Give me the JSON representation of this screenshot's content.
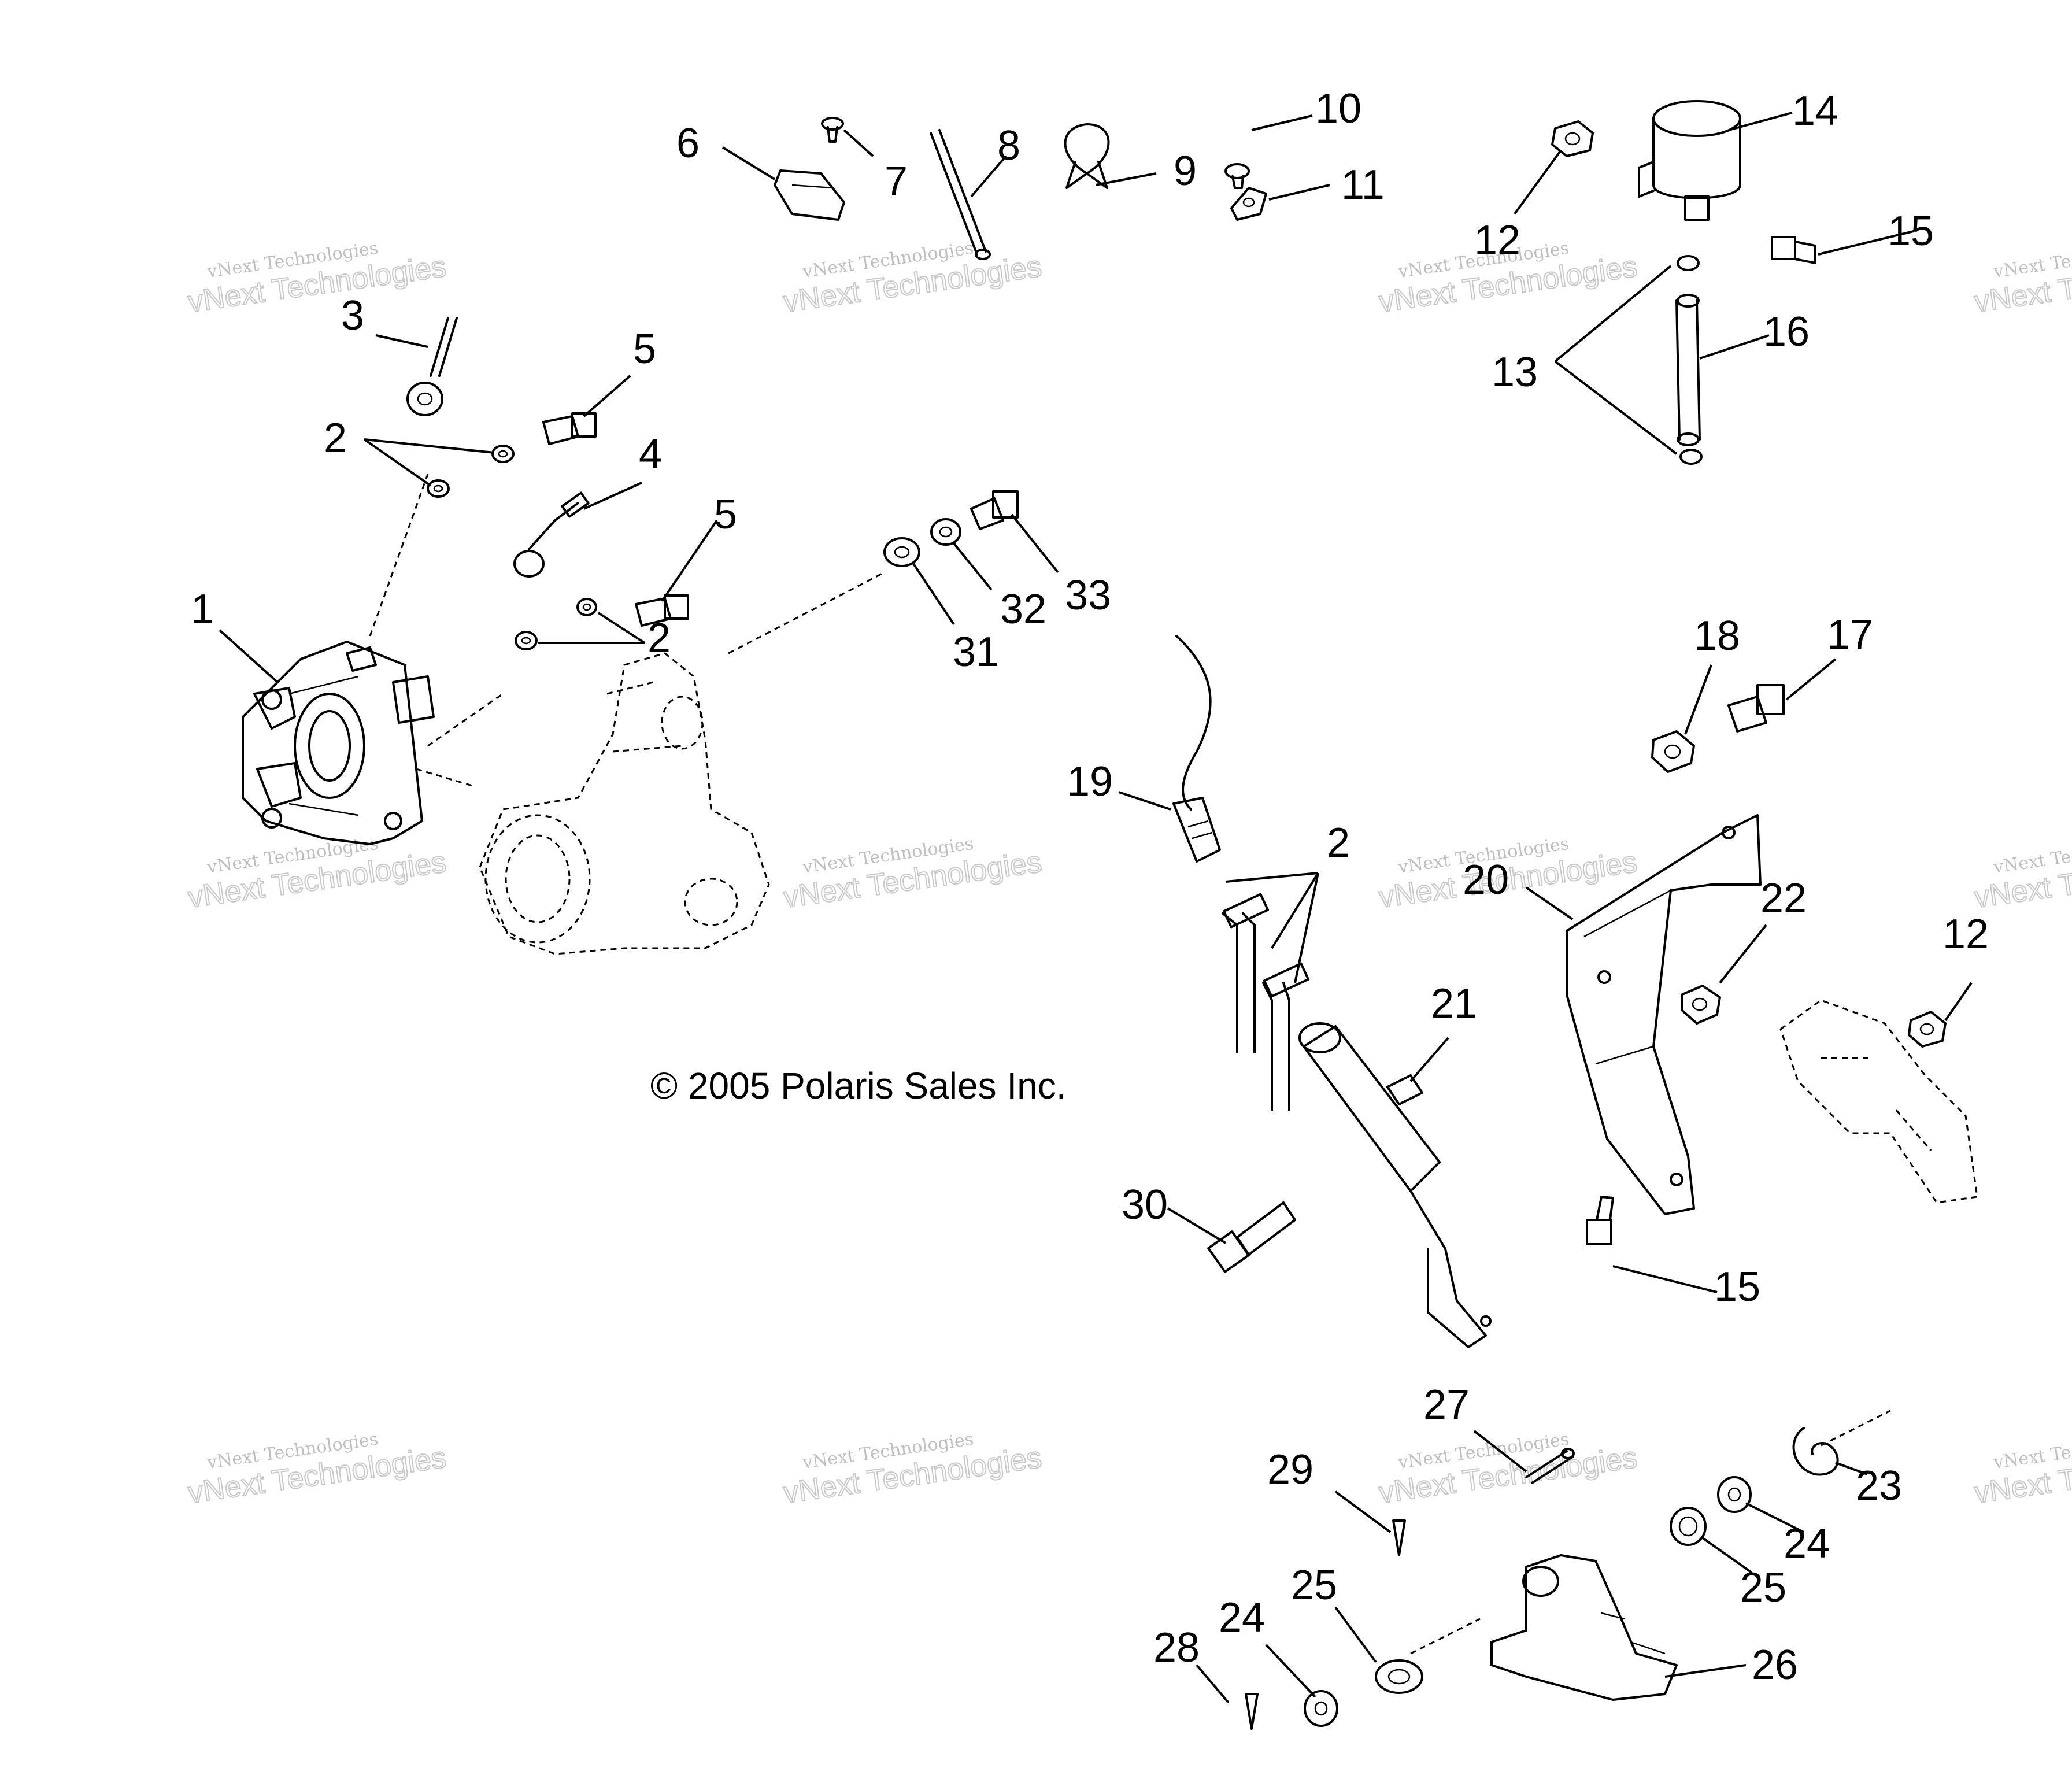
{
  "copyright": "© 2005 Polaris Sales Inc.",
  "watermark": {
    "line1": "vNext Technologies",
    "line2": "vNext Technologies"
  },
  "callouts": [
    {
      "id": "c1",
      "label": "1"
    },
    {
      "id": "c2a",
      "label": "2"
    },
    {
      "id": "c2b",
      "label": "2"
    },
    {
      "id": "c2c",
      "label": "2"
    },
    {
      "id": "c3",
      "label": "3"
    },
    {
      "id": "c4",
      "label": "4"
    },
    {
      "id": "c5a",
      "label": "5"
    },
    {
      "id": "c5b",
      "label": "5"
    },
    {
      "id": "c6",
      "label": "6"
    },
    {
      "id": "c7",
      "label": "7"
    },
    {
      "id": "c8",
      "label": "8"
    },
    {
      "id": "c9",
      "label": "9"
    },
    {
      "id": "c10",
      "label": "10"
    },
    {
      "id": "c11",
      "label": "11"
    },
    {
      "id": "c12a",
      "label": "12"
    },
    {
      "id": "c12b",
      "label": "12"
    },
    {
      "id": "c13",
      "label": "13"
    },
    {
      "id": "c14",
      "label": "14"
    },
    {
      "id": "c15a",
      "label": "15"
    },
    {
      "id": "c15b",
      "label": "15"
    },
    {
      "id": "c16",
      "label": "16"
    },
    {
      "id": "c17",
      "label": "17"
    },
    {
      "id": "c18",
      "label": "18"
    },
    {
      "id": "c19",
      "label": "19"
    },
    {
      "id": "c20",
      "label": "20"
    },
    {
      "id": "c21",
      "label": "21"
    },
    {
      "id": "c22",
      "label": "22"
    },
    {
      "id": "c23",
      "label": "23"
    },
    {
      "id": "c24a",
      "label": "24"
    },
    {
      "id": "c24b",
      "label": "24"
    },
    {
      "id": "c25a",
      "label": "25"
    },
    {
      "id": "c25b",
      "label": "25"
    },
    {
      "id": "c26",
      "label": "26"
    },
    {
      "id": "c27",
      "label": "27"
    },
    {
      "id": "c28",
      "label": "28"
    },
    {
      "id": "c29",
      "label": "29"
    },
    {
      "id": "c30",
      "label": "30"
    },
    {
      "id": "c31",
      "label": "31"
    },
    {
      "id": "c32",
      "label": "32"
    },
    {
      "id": "c33",
      "label": "33"
    }
  ]
}
